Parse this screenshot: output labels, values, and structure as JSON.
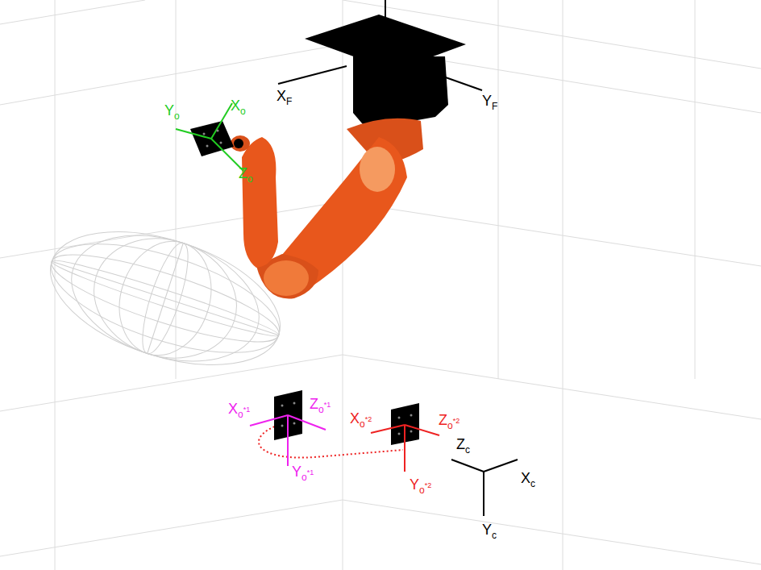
{
  "diagram": {
    "labels": [
      "XF",
      "YF",
      "Yo",
      "Xo",
      "Zo",
      "Xo*1",
      "Zo*1",
      "Yo*1",
      "Xo*2",
      "Zo*2",
      "Yo*2",
      "Zc",
      "Xc",
      "Yc"
    ]
  }
}
